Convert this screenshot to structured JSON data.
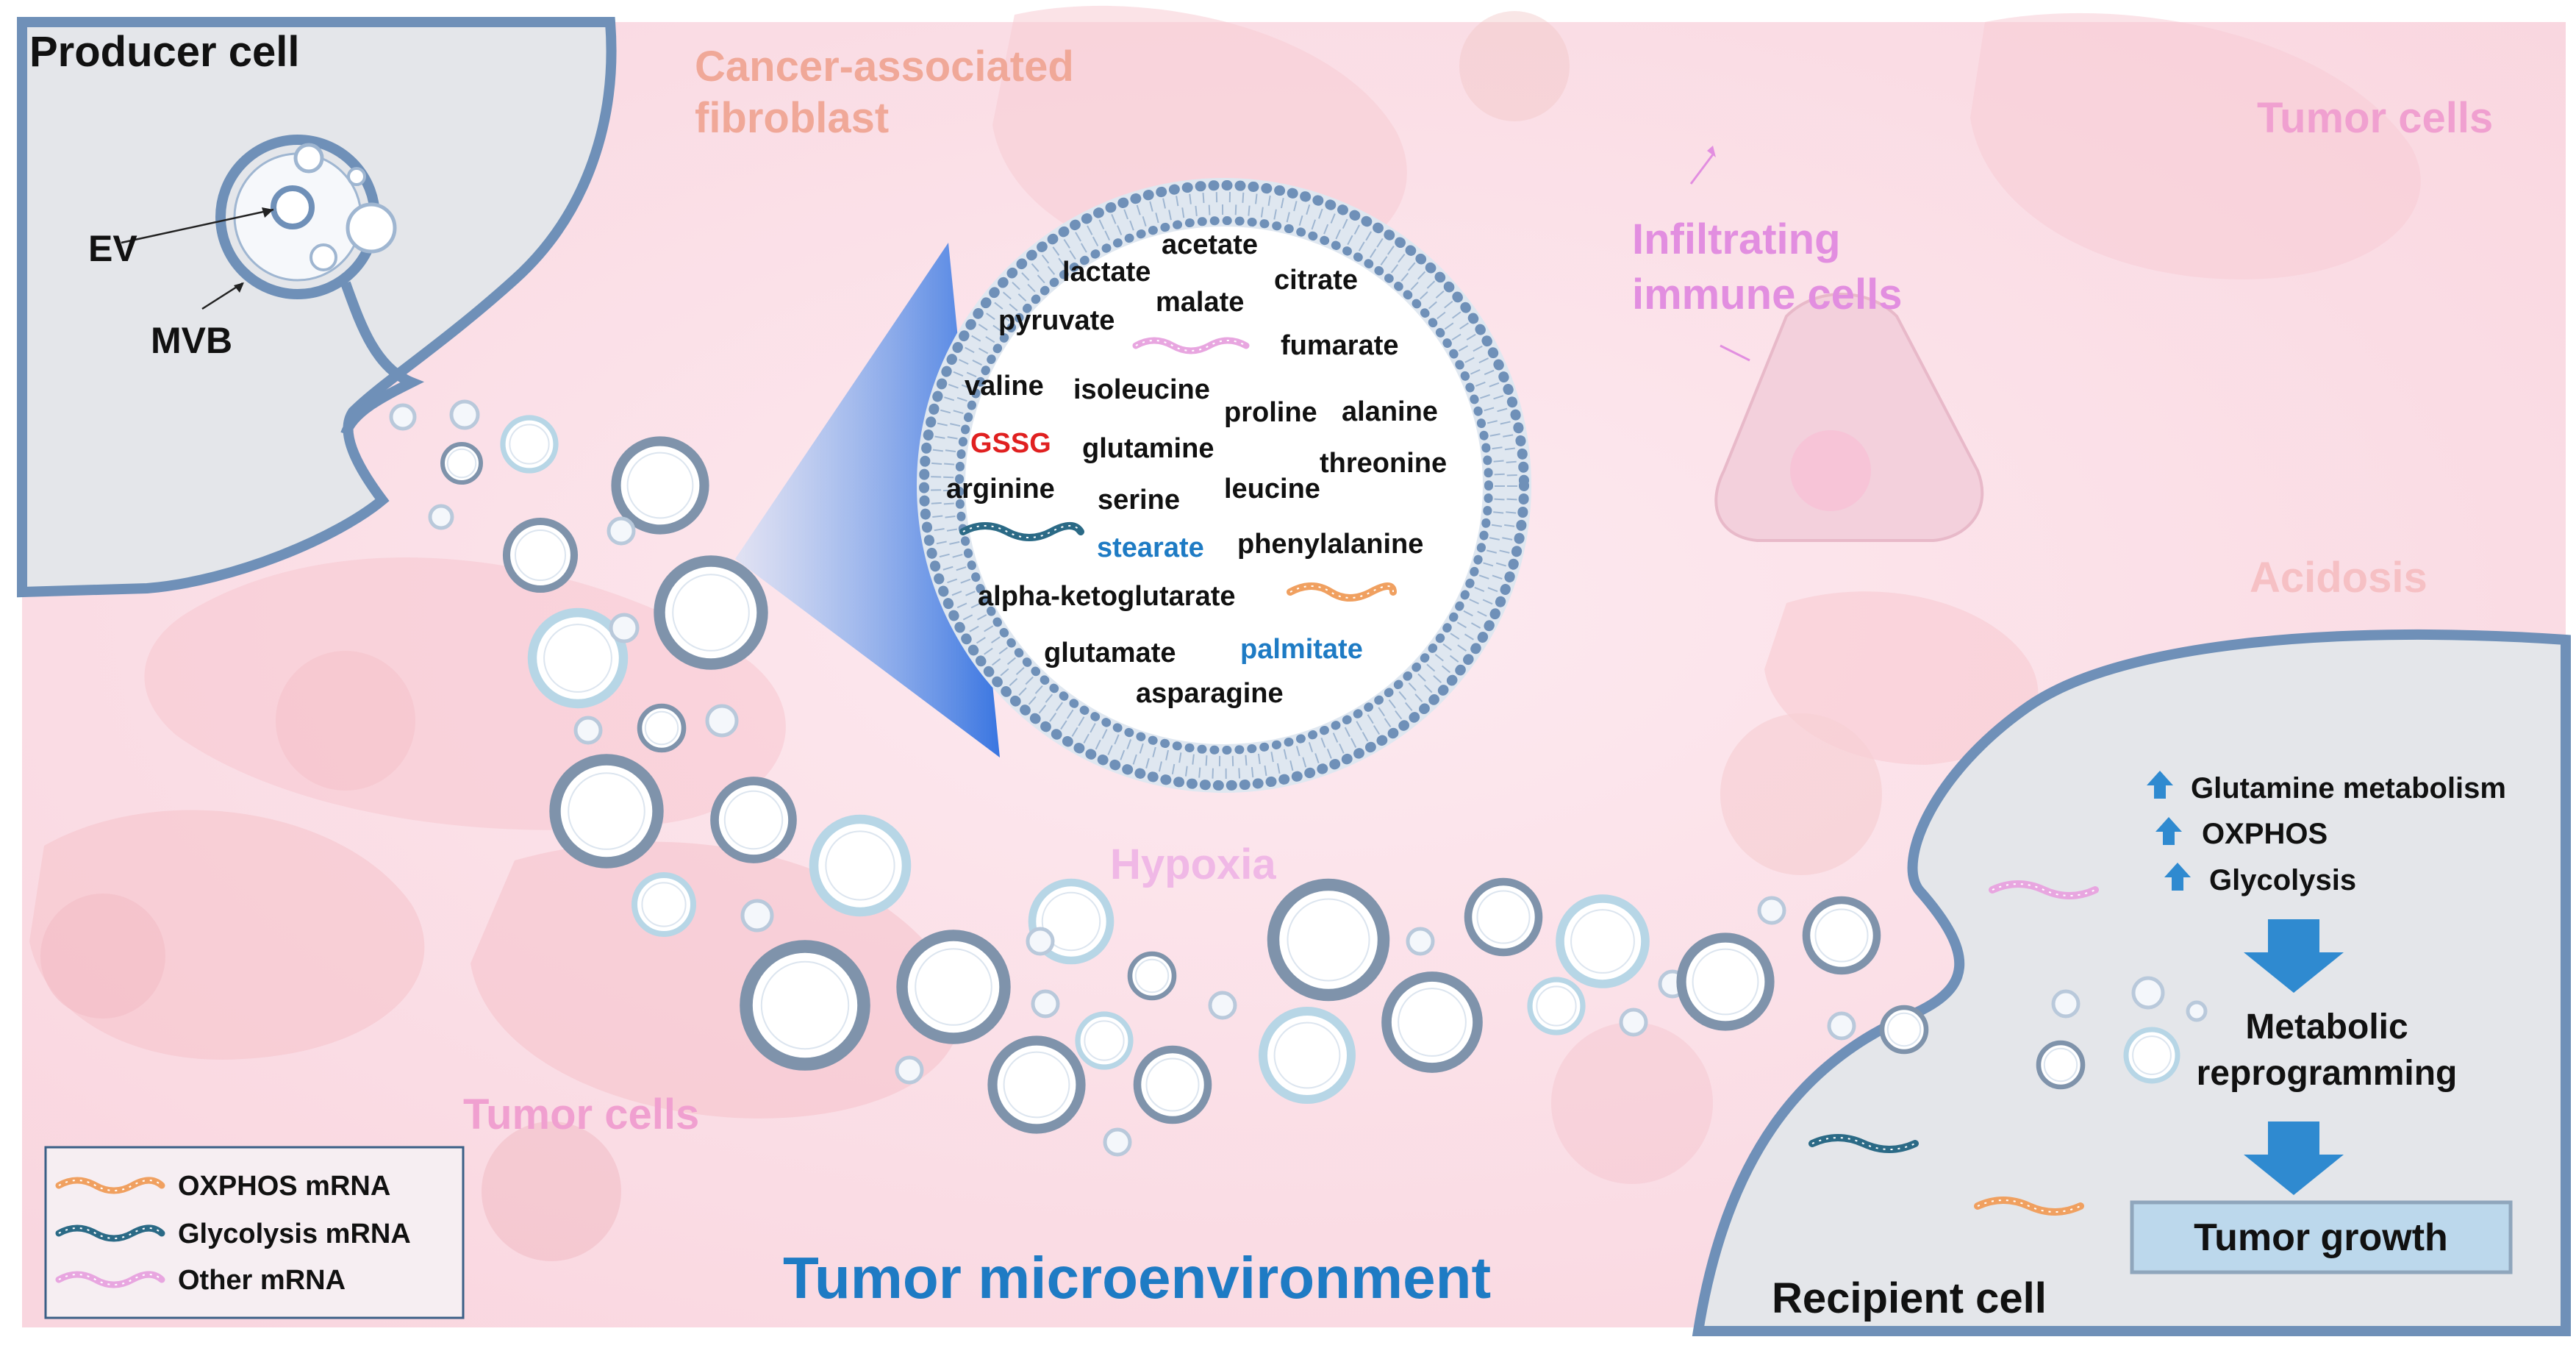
{
  "labels": {
    "producer_cell": "Producer cell",
    "ev": "EV",
    "mvb": "MVB",
    "caf_line1": "Cancer-associated",
    "caf_line2": "fibroblast",
    "tumor_cells_top": "Tumor cells",
    "immune_line1": "Infiltrating",
    "immune_line2": "immune cells",
    "acidosis": "Acidosis",
    "hypoxia": "Hypoxia",
    "tumor_cells_bottom": "Tumor cells",
    "tme": "Tumor microenvironment",
    "recipient_cell": "Recipient cell"
  },
  "metabolites": [
    "acetate",
    "lactate",
    "citrate",
    "pyruvate",
    "malate",
    "fumarate",
    "valine",
    "isoleucine",
    "proline",
    "alanine",
    "GSSG",
    "glutamine",
    "threonine",
    "arginine",
    "serine",
    "leucine",
    "stearate",
    "phenylalanine",
    "alpha-ketoglutarate",
    "glutamate",
    "palmitate",
    "asparagine"
  ],
  "recipient": {
    "up_items": [
      "Glutamine metabolism",
      "OXPHOS",
      "Glycolysis"
    ],
    "result_line1": "Metabolic",
    "result_line2": "reprogramming",
    "outcome": "Tumor growth"
  },
  "legend": [
    {
      "label": "OXPHOS mRNA",
      "color": "#f0a060"
    },
    {
      "label": "Glycolysis mRNA",
      "color": "#2b6a86"
    },
    {
      "label": "Other mRNA",
      "color": "#e8a6e0"
    }
  ],
  "colors": {
    "background": "#fde3ea",
    "cell_fill": "#e4e6ea",
    "membrane": "#6f90b8",
    "caf_text": "#f0a898",
    "tumor_text": "#f0a0d0",
    "immune_text": "#e28ee0",
    "tme_text": "#1e7bc4",
    "gssg": "#e02020",
    "lipid": "#1e7bc4",
    "arrow": "#2f8ad0"
  }
}
